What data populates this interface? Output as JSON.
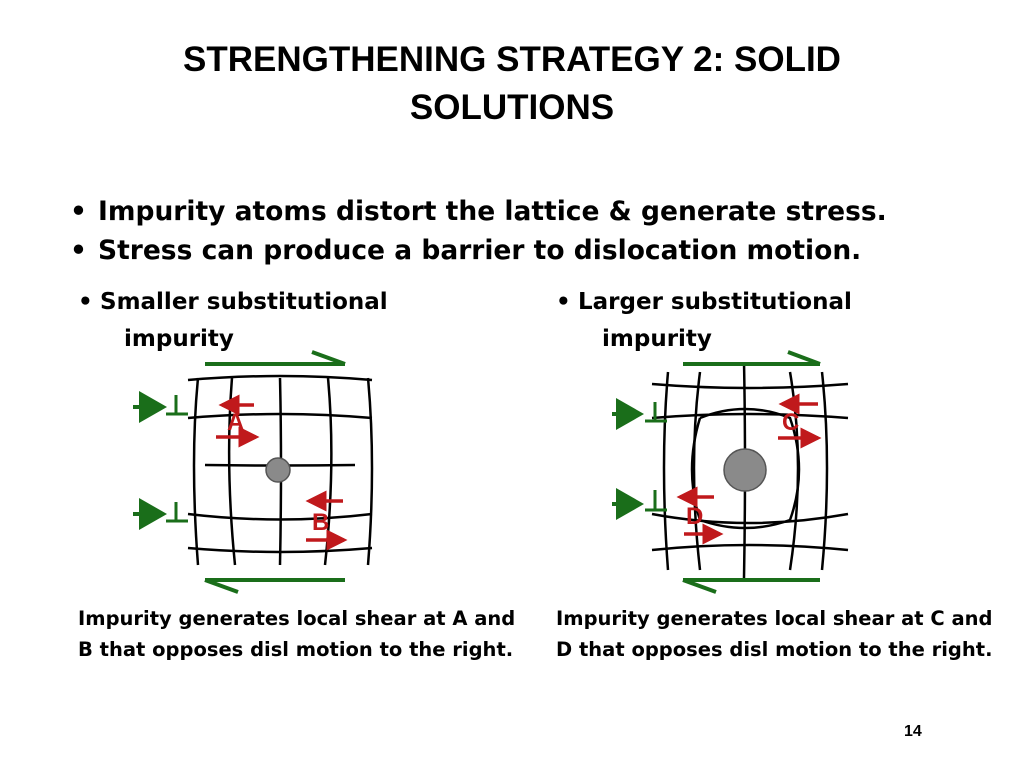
{
  "slide": {
    "title_line1": "STRENGTHENING STRATEGY 2:  SOLID",
    "title_line2": "SOLUTIONS",
    "bullets": [
      "Impurity atoms distort the lattice & generate stress.",
      "Stress can produce a barrier to dislocation motion."
    ],
    "left": {
      "heading_line1": "Smaller substitutional",
      "heading_line2": "impurity",
      "labels": [
        "A",
        "B"
      ],
      "caption": "Impurity generates local shear at A and B that opposes disl motion to the right."
    },
    "right": {
      "heading_line1": "Larger substitutional",
      "heading_line2": "impurity",
      "labels": [
        "C",
        "D"
      ],
      "caption": "Impurity generates local shear at C and D that opposes disl motion to the right."
    },
    "page_number": "14",
    "bullet_glyph": "•"
  },
  "colors": {
    "arrow_green": "#1a6e1a",
    "arrow_red": "#c0191c",
    "atom_gray": "#8a8a8a",
    "lattice": "#000000"
  }
}
